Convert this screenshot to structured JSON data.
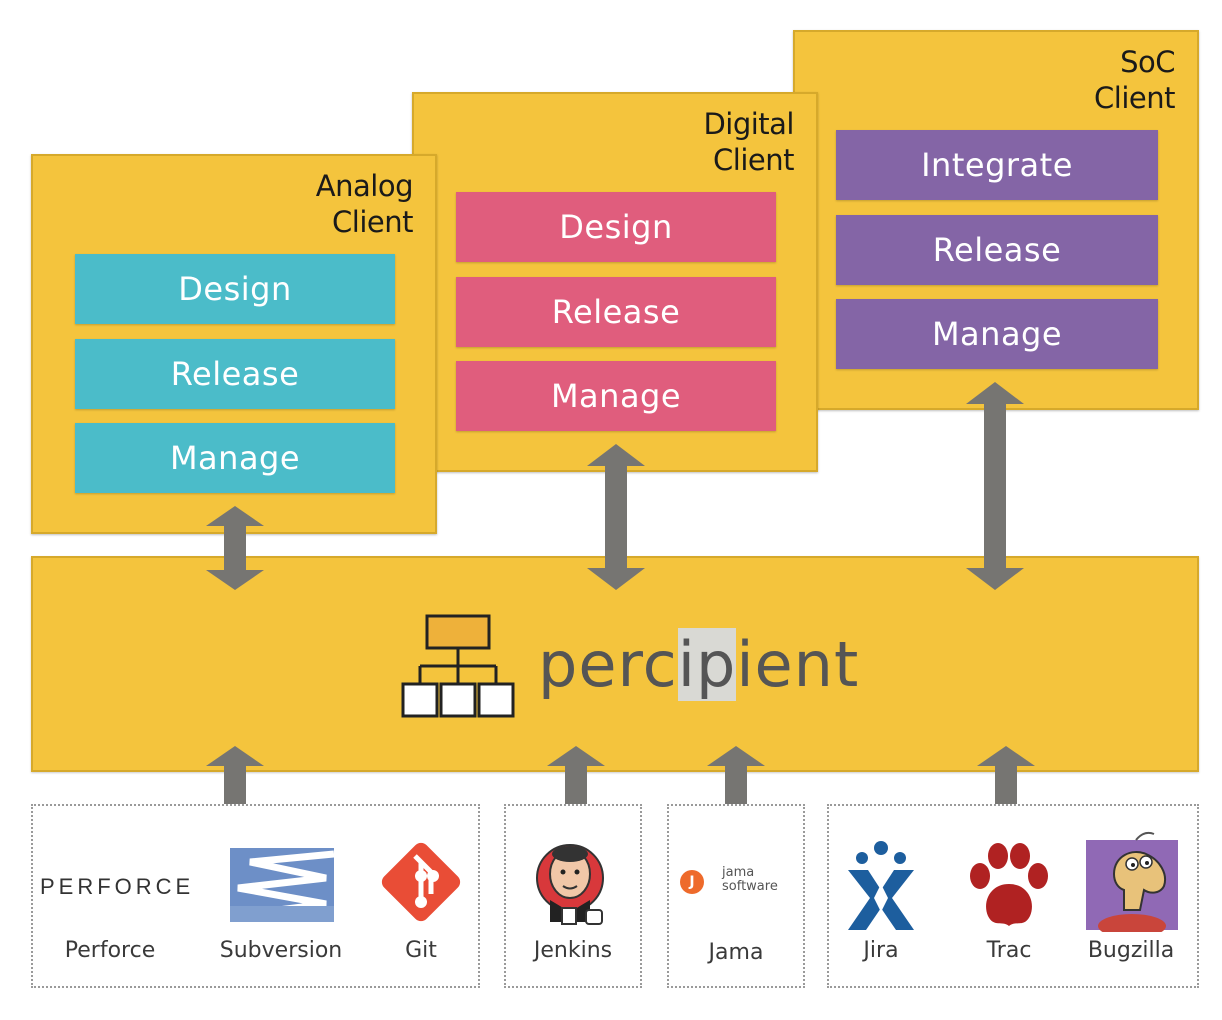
{
  "clients": [
    {
      "id": "analog",
      "title_line1": "Analog",
      "title_line2": "Client",
      "stages": [
        "Design",
        "Release",
        "Manage"
      ],
      "color": "#4bbcc9"
    },
    {
      "id": "digital",
      "title_line1": "Digital",
      "title_line2": "Client",
      "stages": [
        "Design",
        "Release",
        "Manage"
      ],
      "color": "#e05d7d"
    },
    {
      "id": "soc",
      "title_line1": "SoC",
      "title_line2": "Client",
      "stages": [
        "Integrate",
        "Release",
        "Manage"
      ],
      "color": "#8465a6"
    }
  ],
  "hub": {
    "brand_prefix": "perc",
    "brand_highlight": "ip",
    "brand_suffix": "ient",
    "color": "#f4c43d"
  },
  "tools": {
    "perforce_logo": "PERFORCE",
    "perforce": "Perforce",
    "subversion": "Subversion",
    "git": "Git",
    "jenkins": "Jenkins",
    "jama_logo_line1": "jama",
    "jama_logo_line2": "software",
    "jama": "Jama",
    "jira": "Jira",
    "trac": "Trac",
    "bugzilla": "Bugzilla"
  },
  "icons": [
    "hierarchy-icon",
    "subversion-logo-icon",
    "git-logo-icon",
    "jenkins-logo-icon",
    "jama-logo-icon",
    "jira-logo-icon",
    "trac-paw-icon",
    "bugzilla-logo-icon",
    "double-arrow-icon"
  ]
}
